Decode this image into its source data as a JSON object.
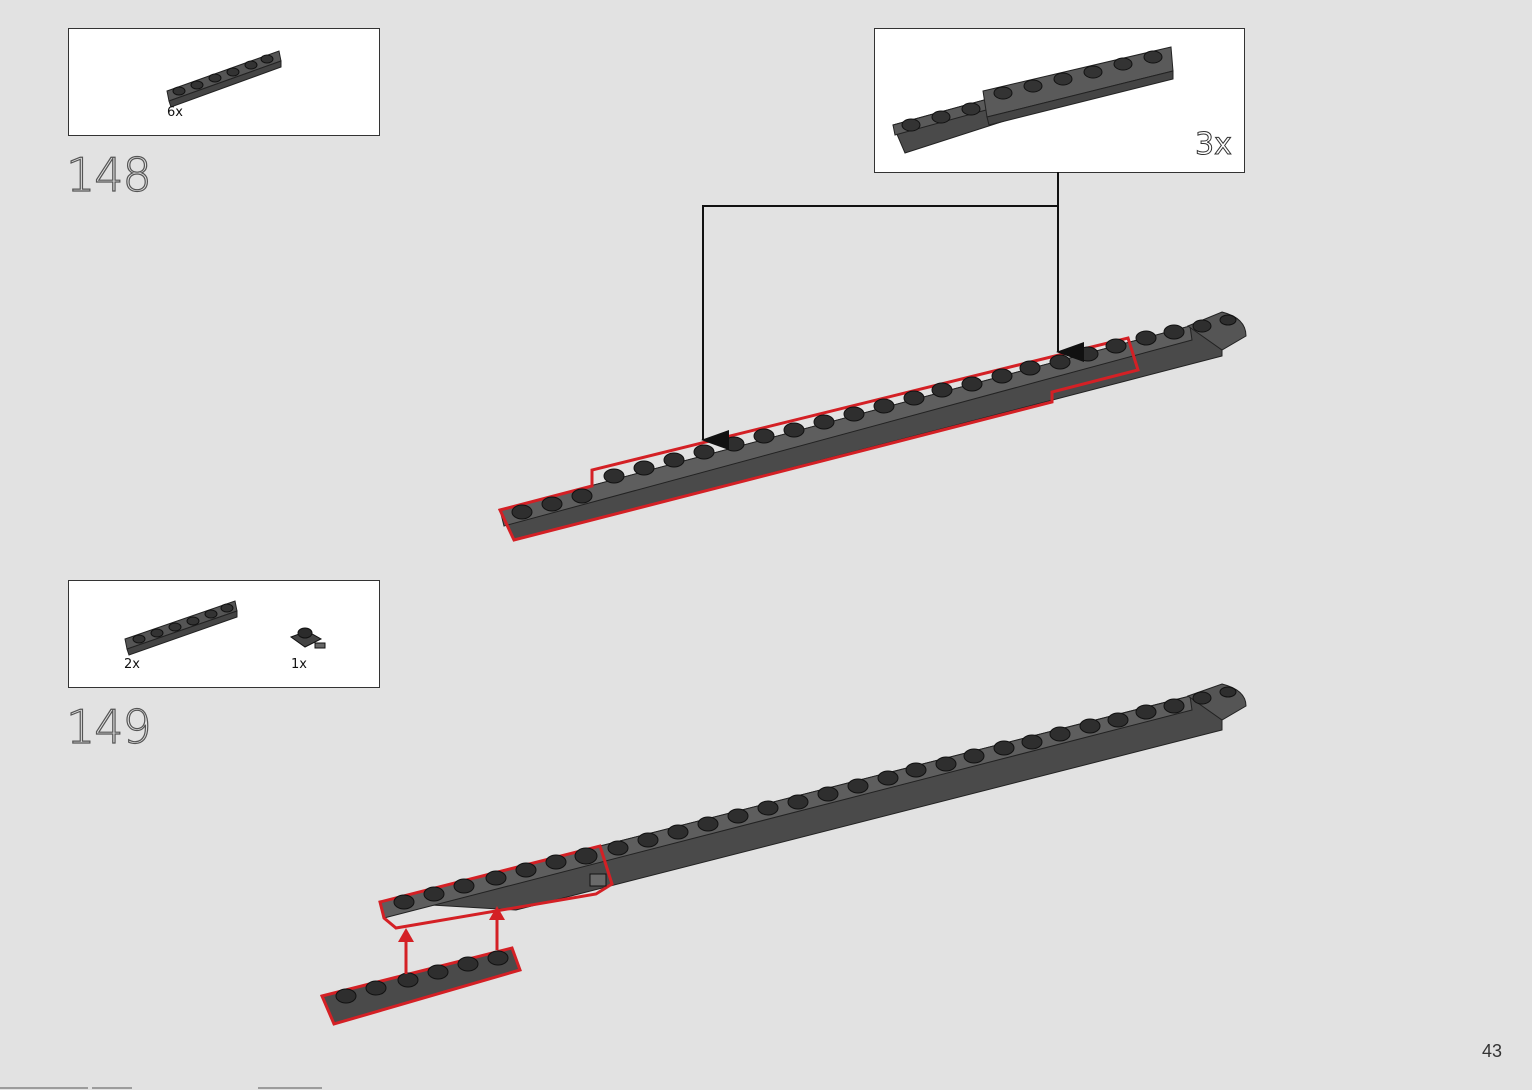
{
  "page": {
    "number": "43",
    "accent_color": "#d42025",
    "background": "#e2e2e2"
  },
  "steps": [
    {
      "number": "148",
      "parts": [
        {
          "piece": "dark grey plate 1x6",
          "qty": "6x"
        }
      ],
      "subassembly": {
        "qty": "3x"
      }
    },
    {
      "number": "149",
      "parts": [
        {
          "piece": "dark grey plate 1x6",
          "qty": "2x"
        },
        {
          "piece": "dark grey plate with clip",
          "qty": "1x"
        }
      ]
    }
  ]
}
